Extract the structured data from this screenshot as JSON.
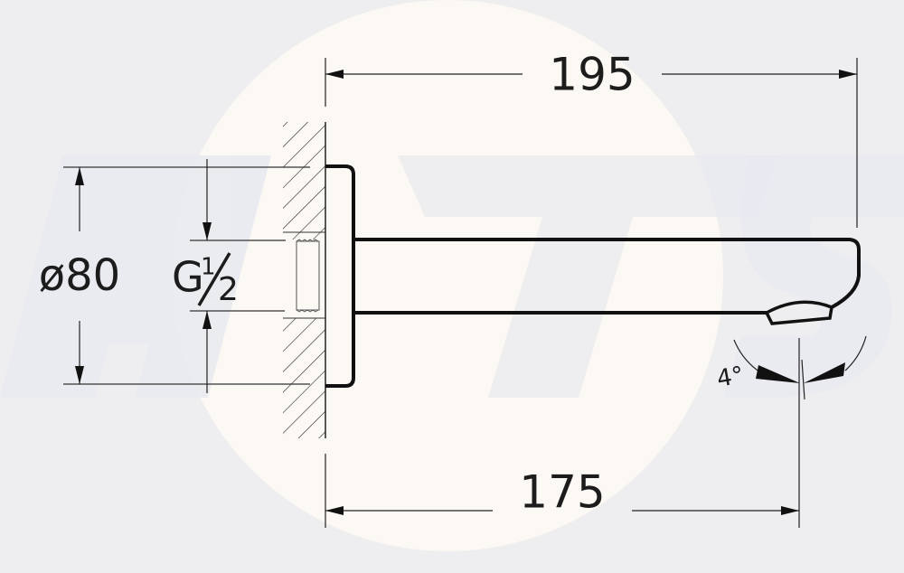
{
  "drawing": {
    "subject": "Wall-mounted bath spout",
    "units": "mm",
    "colors": {
      "background": "#eeeef0",
      "watermark_circle": "#fcf8f3",
      "watermark_letters": "#e9eaf0",
      "line": "#111111"
    },
    "watermark": {
      "text": "ATS"
    },
    "dimensions": {
      "overall_length": {
        "label": "195",
        "value": 195
      },
      "outlet_distance": {
        "label": "175",
        "value": 175
      },
      "plate_diameter": {
        "label": "ø80",
        "value": 80
      },
      "thread": {
        "prefix": "G",
        "numerator": "1",
        "denominator": "2",
        "label": "G½"
      },
      "outlet_angle": {
        "label": "4°",
        "value": 4
      }
    }
  }
}
